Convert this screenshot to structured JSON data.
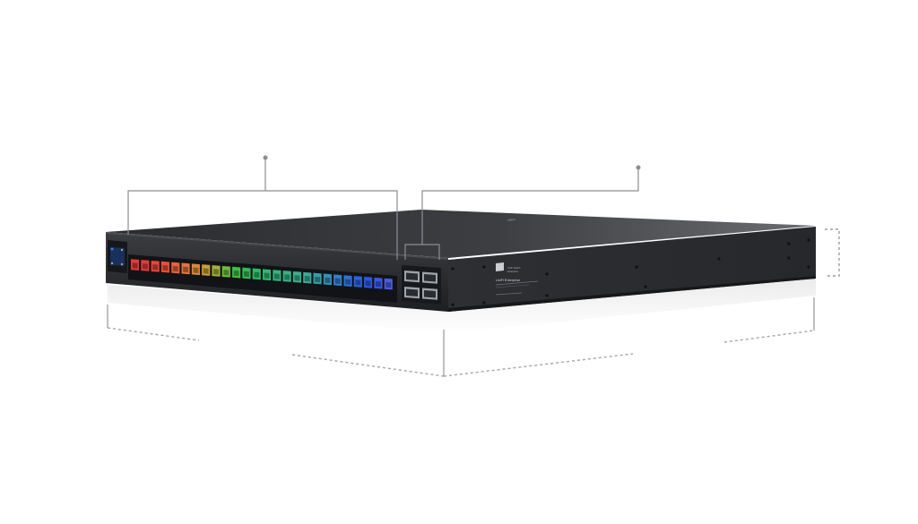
{
  "device": {
    "brand_line": "UniFi Enterprise",
    "label_lines": [
      "Ubiquiti",
      "UniFi Switch",
      "Enterprise"
    ],
    "port_colors": [
      "#e23a3a",
      "#e53b3b",
      "#e8453a",
      "#e9513a",
      "#e8623a",
      "#e3743a",
      "#d98a37",
      "#c9a037",
      "#9fb23b",
      "#6bbf3f",
      "#3fbf46",
      "#33b957",
      "#2fb865",
      "#33b66f",
      "#34b57b",
      "#35b486",
      "#37b18f",
      "#38ac98",
      "#379fa8",
      "#3590b8",
      "#347fcb",
      "#3070d8",
      "#2d62de",
      "#2e58e0",
      "#3a58e3",
      "#4a5ee3"
    ],
    "uplink_ports": 4,
    "status_led_color": "#2f7cff"
  }
}
